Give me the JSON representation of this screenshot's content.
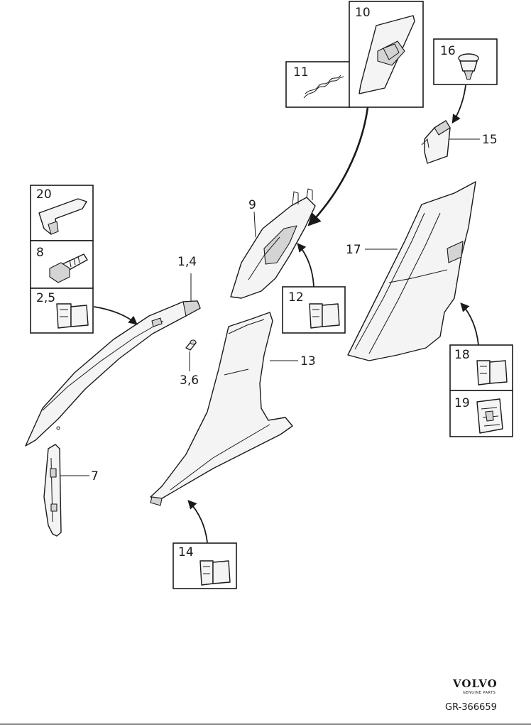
{
  "labels": {
    "p1_4": "1,4",
    "p2_5": "2,5",
    "p3_6": "3,6",
    "p7": "7",
    "p8": "8",
    "p9": "9",
    "p10": "10",
    "p11": "11",
    "p12": "12",
    "p13": "13",
    "p14": "14",
    "p15": "15",
    "p16": "16",
    "p17": "17",
    "p18": "18",
    "p19": "19",
    "p20": "20"
  },
  "brand": {
    "logo": "VOLVO",
    "tagline": "GENUINE PARTS"
  },
  "reference": "GR-366659",
  "colors": {
    "line": "#1a1a1a",
    "part_fill": "#f4f4f4",
    "part_shade": "#d4d4d4",
    "background": "#ffffff"
  }
}
